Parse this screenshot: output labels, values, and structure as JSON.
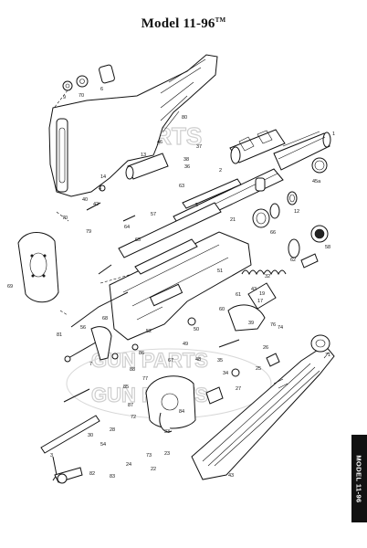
{
  "title": "Model 11-96",
  "trademark": "TM",
  "side_tab": "MODEL 11-96",
  "watermark": "GUN PARTS",
  "labels": {
    "p9": "9",
    "p70": "70",
    "p6": "6",
    "p80": "80",
    "p46": "46",
    "p37": "37",
    "p13": "13",
    "p38": "38",
    "p36": "36",
    "p63": "63",
    "p1": "1",
    "p2": "2",
    "p45a": "45a",
    "p5": "5",
    "p14": "14",
    "p4": "4",
    "p42": "42",
    "p40": "40",
    "p57": "57",
    "p21": "21",
    "p12": "12",
    "p51": "51",
    "p70b": "70",
    "p79": "79",
    "p64": "64",
    "p58": "58",
    "p69": "69",
    "p62": "62",
    "p32": "32",
    "p43b": "43",
    "p19": "19",
    "p17": "17",
    "p61": "61",
    "p60": "60",
    "p39": "39",
    "p76": "76",
    "p74": "74",
    "p71": "71",
    "p77": "77",
    "p66": "66",
    "p7": "7",
    "p85": "85",
    "p87": "87",
    "p84": "84",
    "p72": "72",
    "p33": "33",
    "p3": "3",
    "p30": "30",
    "p73": "73",
    "p54": "54",
    "p22": "22",
    "p23": "23",
    "p43": "43",
    "p82": "82",
    "p24": "24",
    "p26": "26",
    "p56": "56",
    "p68": "68",
    "p49": "49",
    "p50": "50",
    "p88": "88",
    "p86": "86",
    "p81": "81",
    "p67": "67",
    "p27": "27",
    "p28": "28",
    "p35": "35",
    "p34": "34",
    "p83": "83",
    "p65": "65",
    "p25": "25",
    "p48": "48",
    "p52": "52"
  }
}
